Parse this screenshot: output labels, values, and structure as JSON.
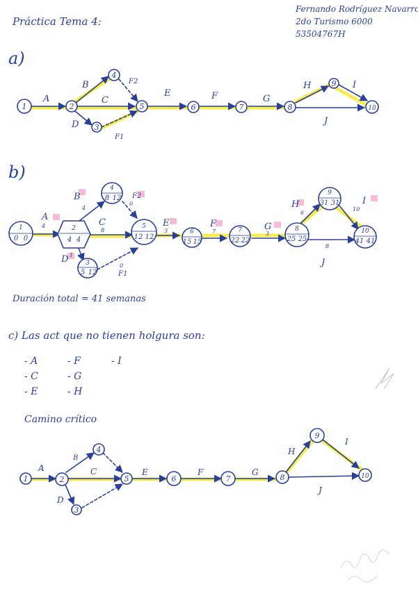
{
  "header": {
    "title": "Práctica Tema 4:",
    "author_lines": [
      "Fernando Rodríguez Navarro",
      "2do Turismo 6000",
      "53504767H"
    ]
  },
  "sections": {
    "a": "a)",
    "b": "b)",
    "c_intro": "c) Las act que no tienen holgura son:"
  },
  "duration_text": "Duración total = 41 semanas",
  "critical_activities": [
    "- A",
    "- C",
    "- E",
    "- F",
    "- G",
    "- H",
    "- I"
  ],
  "critical_path_title": "Camino crítico",
  "colors": {
    "ink": "#2a3f9a",
    "highlight": "#f3ec3c",
    "pink": "#f4a6c8",
    "dashed_ink": "#2a3f9a"
  },
  "diagram_a": {
    "nodes": [
      "1",
      "2",
      "4",
      "3",
      "5",
      "6",
      "7",
      "8",
      "9",
      "10"
    ],
    "activity_labels": [
      "A",
      "B",
      "C",
      "D",
      "F2",
      "F1",
      "E",
      "F",
      "G",
      "H",
      "I",
      "J"
    ]
  },
  "diagram_b": {
    "nodes": [
      {
        "id": "1",
        "early": "0",
        "late": "0"
      },
      {
        "id": "2",
        "early": "4",
        "late": "4"
      },
      {
        "id": "4",
        "early": "8",
        "late": "12"
      },
      {
        "id": "3",
        "early": "5",
        "late": "12"
      },
      {
        "id": "5",
        "early": "12",
        "late": "12"
      },
      {
        "id": "6",
        "early": "15",
        "late": "15"
      },
      {
        "id": "7",
        "early": "22",
        "late": "22"
      },
      {
        "id": "8",
        "early": "25",
        "late": "25"
      },
      {
        "id": "9",
        "early": "31",
        "late": "31"
      },
      {
        "id": "10",
        "early": "41",
        "late": "41"
      }
    ],
    "activities": [
      {
        "name": "A",
        "duration": "4"
      },
      {
        "name": "B",
        "duration": "4"
      },
      {
        "name": "C",
        "duration": "8"
      },
      {
        "name": "D",
        "duration": "1"
      },
      {
        "name": "F2",
        "duration": "0"
      },
      {
        "name": "F1",
        "duration": "0"
      },
      {
        "name": "E",
        "duration": "3"
      },
      {
        "name": "F",
        "duration": "7"
      },
      {
        "name": "G",
        "duration": "3"
      },
      {
        "name": "H",
        "duration": "6"
      },
      {
        "name": "I",
        "duration": "10"
      },
      {
        "name": "J",
        "duration": "8"
      }
    ]
  },
  "diagram_c": {
    "nodes": [
      "1",
      "2",
      "4",
      "3",
      "5",
      "6",
      "7",
      "8",
      "9",
      "10"
    ],
    "activity_labels": [
      "A",
      "B",
      "C",
      "D",
      "E",
      "F",
      "G",
      "H",
      "I",
      "J"
    ]
  }
}
